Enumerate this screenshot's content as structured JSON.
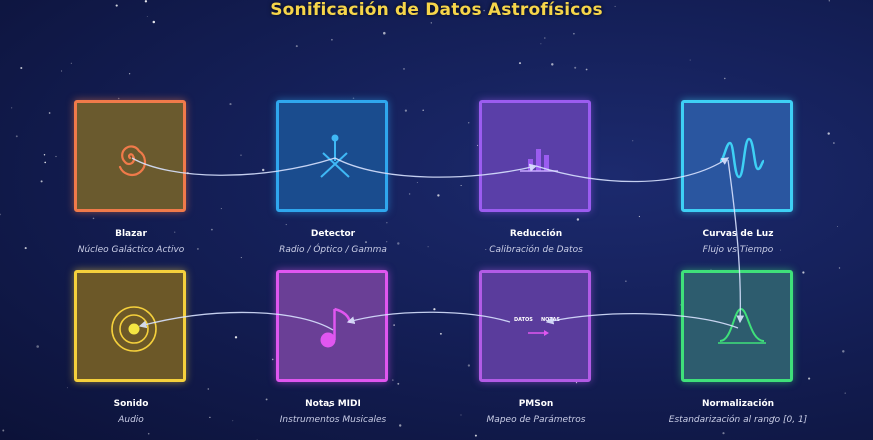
{
  "title": "Sonificación de Datos Astrofísicos",
  "nodes": [
    {
      "label": "Blazar",
      "subtitle": "Núcleo Galáctico Activo",
      "icon": "spiral-galaxy-icon",
      "color": "#f07a4a"
    },
    {
      "label": "Detector",
      "subtitle": "Radio / Óptico / Gamma",
      "icon": "antenna-icon",
      "color": "#2fa7ee"
    },
    {
      "label": "Reducción",
      "subtitle": "Calibración de Datos",
      "icon": "bar-chart-icon",
      "color": "#9b5cf0"
    },
    {
      "label": "Curvas de Luz",
      "subtitle": "Flujo vs Tiempo",
      "icon": "light-curve-wave-icon",
      "color": "#3ed0f5"
    },
    {
      "label": "Sonido",
      "subtitle": "Audio",
      "icon": "speaker-rings-icon",
      "color": "#f5d03c"
    },
    {
      "label": "Notas MIDI",
      "subtitle": "Instrumentos Musicales",
      "icon": "music-note-icon",
      "color": "#e056f0"
    },
    {
      "label": "PMSon",
      "subtitle": "Mapeo de Parámetros",
      "icon": "mapping-arrow-icon",
      "color": "#b25be6"
    },
    {
      "label": "Normalización",
      "subtitle": "Estandarización al rango [0, 1]",
      "icon": "gaussian-curve-icon",
      "color": "#3fe07a"
    }
  ],
  "pmson": {
    "left_text": "DATOS",
    "right_text": "NOTAS"
  }
}
